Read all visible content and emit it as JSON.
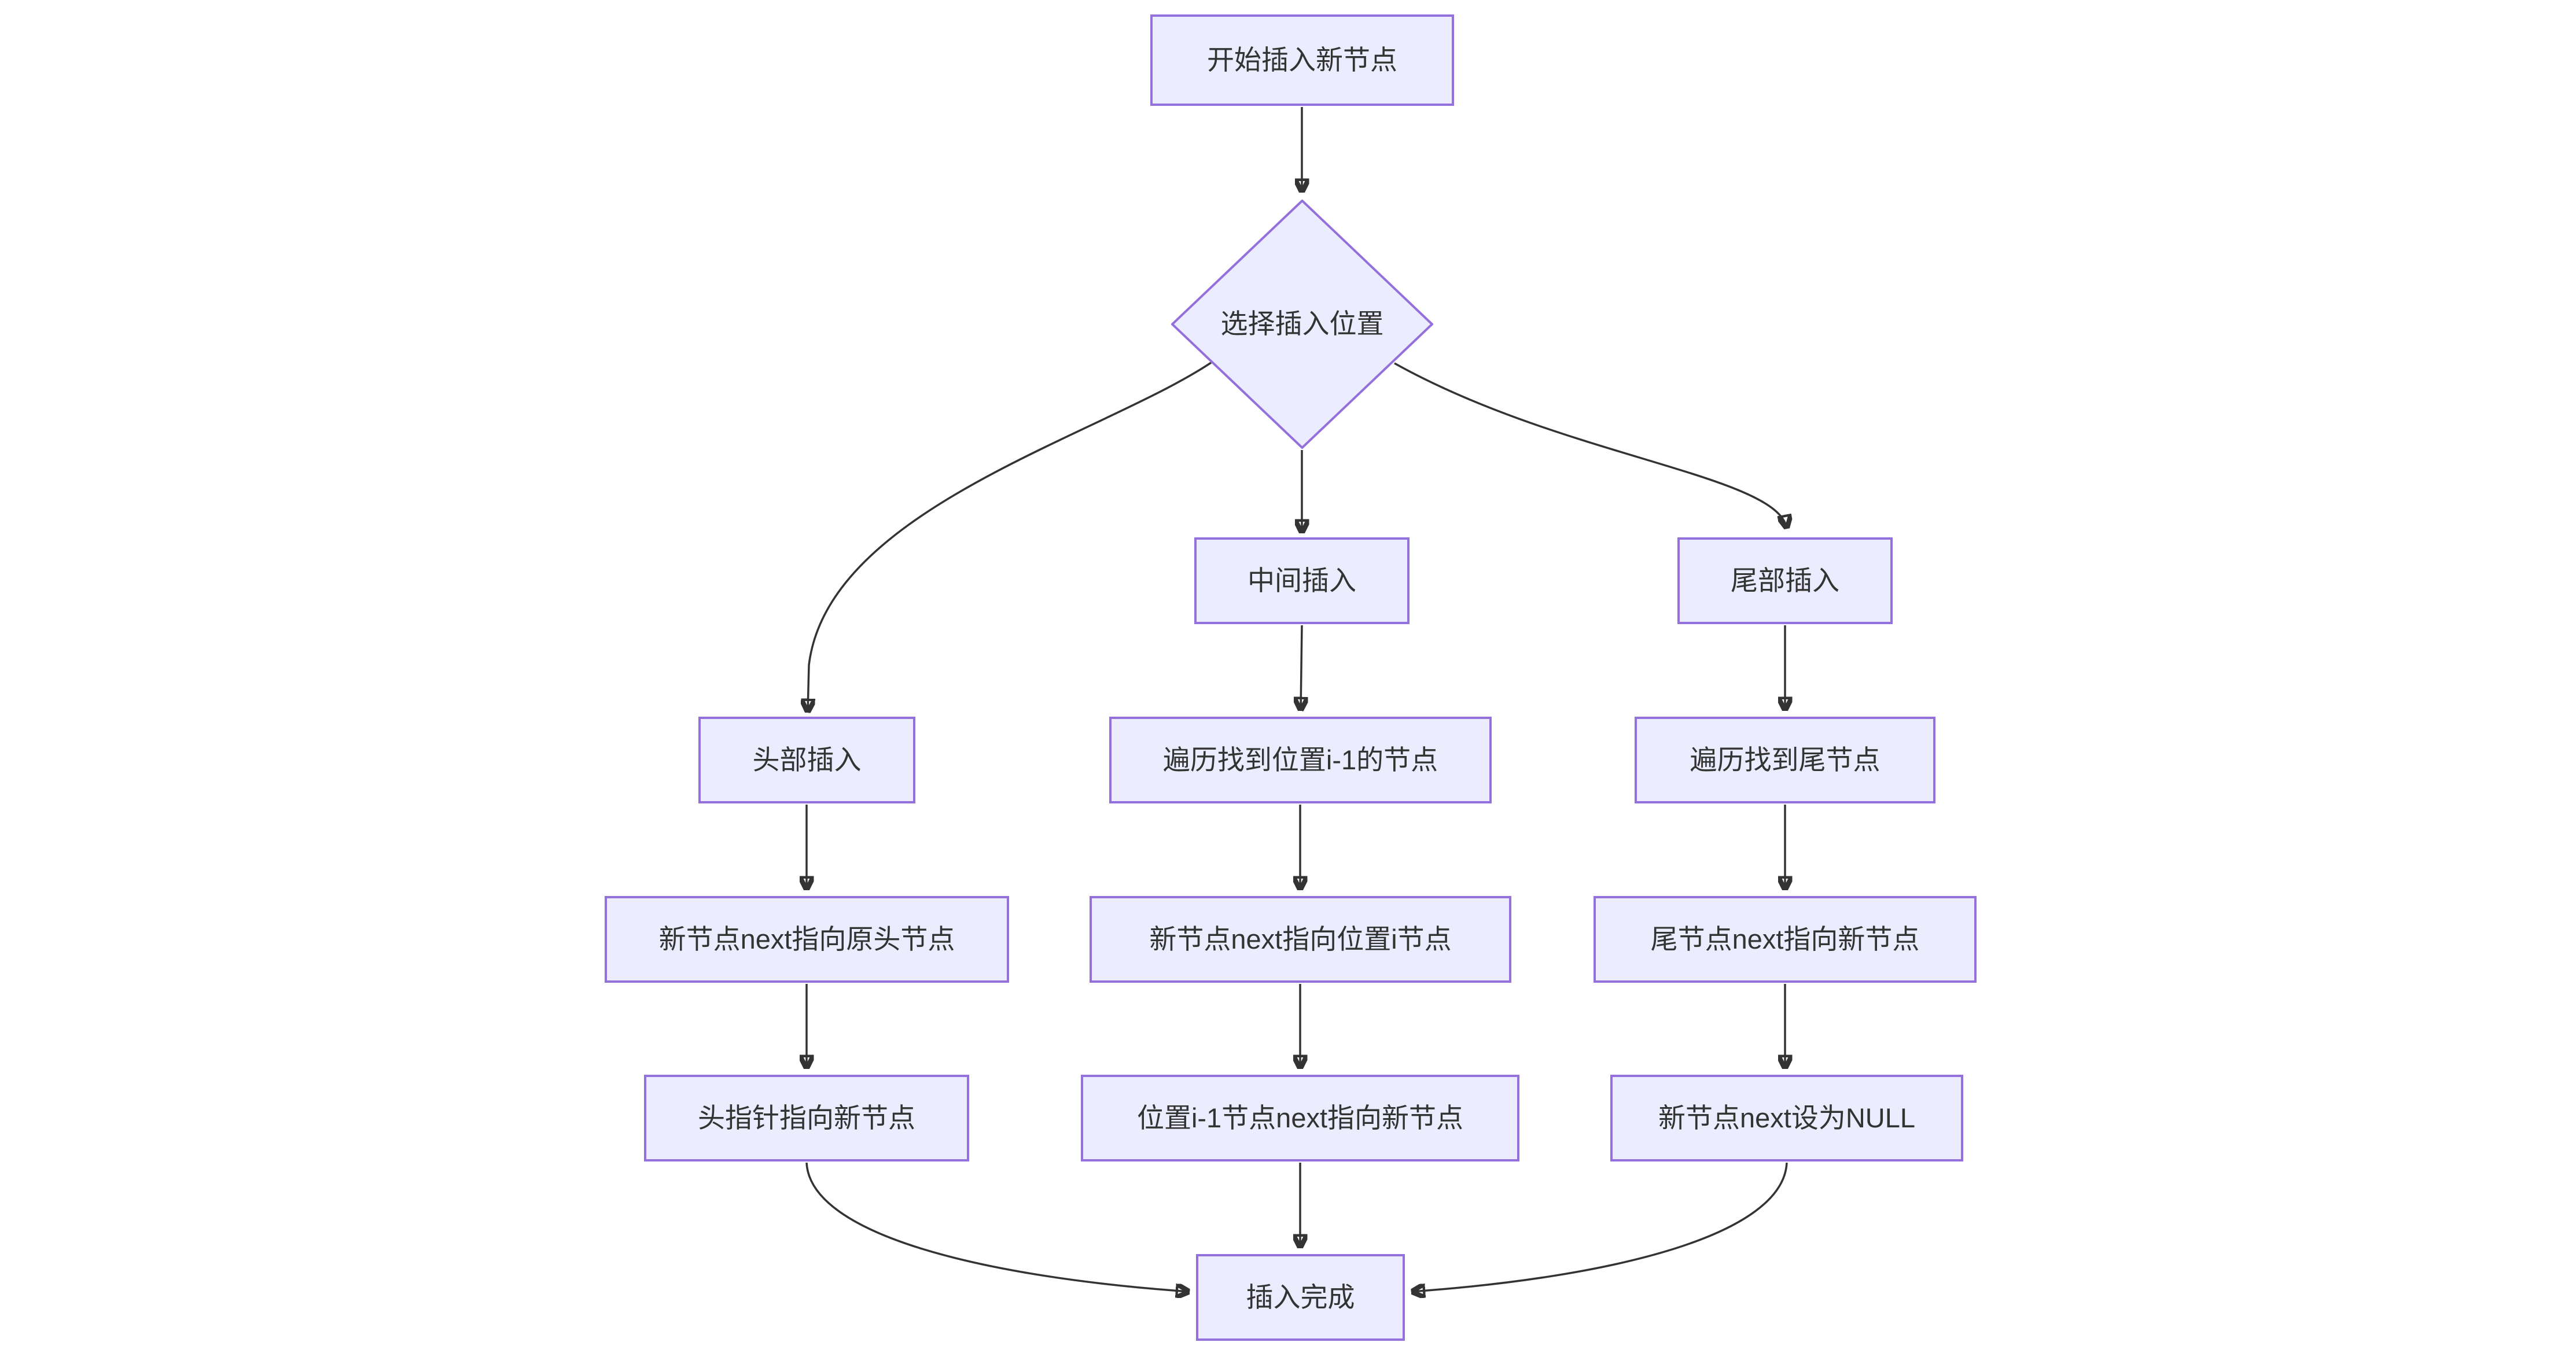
{
  "diagram": {
    "type": "flowchart",
    "direction": "top-down",
    "background": "#FFFFFF",
    "node_fill": "#ECECFF",
    "node_border": "#9370DB",
    "text_color": "#333333",
    "edge_color": "#333333",
    "nodes": {
      "start": {
        "label": "开始插入新节点",
        "shape": "rectangle"
      },
      "choose": {
        "label": "选择插入位置",
        "shape": "diamond"
      },
      "head": {
        "label": "头部插入",
        "shape": "rectangle"
      },
      "middle": {
        "label": "中间插入",
        "shape": "rectangle"
      },
      "tail": {
        "label": "尾部插入",
        "shape": "rectangle"
      },
      "head1": {
        "label": "新节点next指向原头节点",
        "shape": "rectangle"
      },
      "head2": {
        "label": "头指针指向新节点",
        "shape": "rectangle"
      },
      "mid1": {
        "label": "遍历找到位置i-1的节点",
        "shape": "rectangle"
      },
      "mid2": {
        "label": "新节点next指向位置i节点",
        "shape": "rectangle"
      },
      "mid3": {
        "label": "位置i-1节点next指向新节点",
        "shape": "rectangle"
      },
      "tail1": {
        "label": "遍历找到尾节点",
        "shape": "rectangle"
      },
      "tail2": {
        "label": "尾节点next指向新节点",
        "shape": "rectangle"
      },
      "tail3": {
        "label": "新节点next设为NULL",
        "shape": "rectangle"
      },
      "done": {
        "label": "插入完成",
        "shape": "rectangle"
      }
    },
    "edges": [
      {
        "from": "start",
        "to": "choose"
      },
      {
        "from": "choose",
        "to": "head"
      },
      {
        "from": "choose",
        "to": "middle"
      },
      {
        "from": "choose",
        "to": "tail"
      },
      {
        "from": "head",
        "to": "head1"
      },
      {
        "from": "head1",
        "to": "head2"
      },
      {
        "from": "middle",
        "to": "mid1"
      },
      {
        "from": "mid1",
        "to": "mid2"
      },
      {
        "from": "mid2",
        "to": "mid3"
      },
      {
        "from": "tail",
        "to": "tail1"
      },
      {
        "from": "tail1",
        "to": "tail2"
      },
      {
        "from": "tail2",
        "to": "tail3"
      },
      {
        "from": "head2",
        "to": "done"
      },
      {
        "from": "mid3",
        "to": "done"
      },
      {
        "from": "tail3",
        "to": "done"
      }
    ]
  }
}
